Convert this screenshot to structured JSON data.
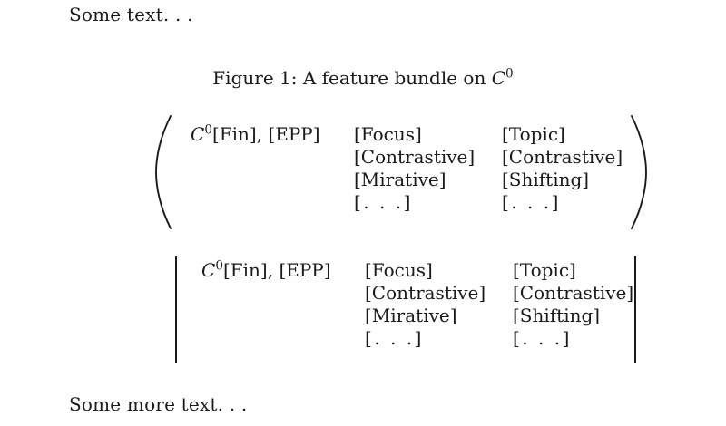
{
  "document": {
    "intro_text": "Some text. . .",
    "outro_text": "Some more text. . .",
    "caption": {
      "label": "Figure 1:",
      "text": "A feature bundle on",
      "symbol": "C",
      "superscript": "0"
    },
    "colors": {
      "text": "#1a1a1a",
      "background": "#ffffff"
    }
  },
  "figure": {
    "matrices": [
      {
        "delimiter": "parentheses",
        "columns": [
          {
            "rows": [
              {
                "symbol": "C",
                "superscript": "0",
                "rest": "[Fin], [EPP]"
              },
              {
                "rest": ""
              },
              {
                "rest": ""
              },
              {
                "rest": ""
              }
            ]
          },
          {
            "rows": [
              "[Focus]",
              "[Contrastive]",
              "[Mirative]",
              "[. . .]"
            ]
          },
          {
            "rows": [
              "[Topic]",
              "[Contrastive]",
              "[Shifting]",
              "[. . .]"
            ]
          }
        ]
      },
      {
        "delimiter": "vertical-bars",
        "columns": [
          {
            "rows": [
              {
                "symbol": "C",
                "superscript": "0",
                "rest": "[Fin], [EPP]"
              },
              {
                "rest": ""
              },
              {
                "rest": ""
              },
              {
                "rest": ""
              }
            ]
          },
          {
            "rows": [
              "[Focus]",
              "[Contrastive]",
              "[Mirative]",
              "[. . .]"
            ]
          },
          {
            "rows": [
              "[Topic]",
              "[Contrastive]",
              "[Shifting]",
              "[. . .]"
            ]
          }
        ]
      }
    ]
  }
}
